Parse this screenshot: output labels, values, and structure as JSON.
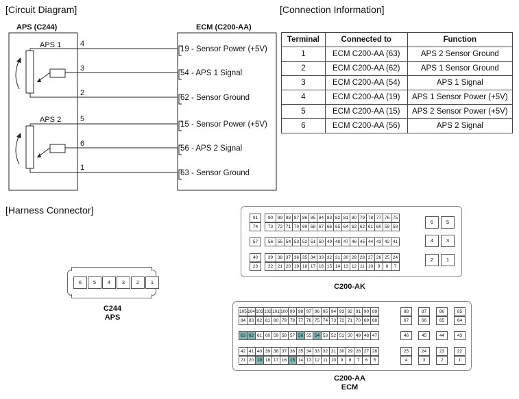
{
  "titles": {
    "circuit": "[Circuit Diagram]",
    "connection": "[Connection Information]",
    "harness": "[Harness Connector]"
  },
  "circuit": {
    "aps_header": "APS (C244)",
    "ecm_header": "ECM (C200-AA)",
    "aps1_label": "APS 1",
    "aps2_label": "APS 2",
    "aps_pins": [
      "4",
      "3",
      "2",
      "5",
      "6",
      "1"
    ],
    "ecm_pins": [
      {
        "num": "19",
        "label": " - Sensor Power (+5V)"
      },
      {
        "num": "54",
        "label": " - APS 1 Signal"
      },
      {
        "num": "62",
        "label": " - Sensor Ground"
      },
      {
        "num": "15",
        "label": " - Sensor Power (+5V)"
      },
      {
        "num": "56",
        "label": " - APS 2 Signal"
      },
      {
        "num": "63",
        "label": " - Sensor Ground"
      }
    ]
  },
  "table": {
    "headers": [
      "Terminal",
      "Connected to",
      "Function"
    ],
    "rows": [
      [
        "1",
        "ECM C200-AA (63)",
        "APS 2 Sensor Ground"
      ],
      [
        "2",
        "ECM C200-AA (62)",
        "APS 1 Sensor Ground"
      ],
      [
        "3",
        "ECM C200-AA (54)",
        "APS 1 Signal"
      ],
      [
        "4",
        "ECM C200-AA (19)",
        "APS 1 Sensor Power (+5V)"
      ],
      [
        "5",
        "ECM C200-AA (15)",
        "APS 2 Sensor Power (+5V)"
      ],
      [
        "6",
        "ECM C200-AA (56)",
        "APS 2 Signal"
      ]
    ]
  },
  "c244": {
    "pins": [
      "6",
      "5",
      "4",
      "3",
      "2",
      "1"
    ],
    "label1": "C244",
    "label2": "APS"
  },
  "c200ak": {
    "label": "C200-AK",
    "rows": [
      [
        [
          "91",
          "90"
        ],
        [
          "89",
          "88",
          "87",
          "86",
          "85",
          "84",
          "83",
          "82",
          "81",
          "80",
          "79",
          "78",
          "77",
          "76",
          "75"
        ]
      ],
      [
        [
          "74",
          "73"
        ],
        [
          "72",
          "71",
          "70",
          "69",
          "68",
          "67",
          "66",
          "65",
          "64",
          "63",
          "62",
          "61",
          "60",
          "59",
          "58"
        ]
      ],
      [
        [
          "57",
          "56"
        ],
        [
          "55",
          "54",
          "53",
          "52",
          "51",
          "50",
          "49",
          "48",
          "47",
          "46",
          "45",
          "44",
          "43",
          "42",
          "41"
        ]
      ],
      [
        [
          "40",
          "39"
        ],
        [
          "38",
          "37",
          "36",
          "35",
          "34",
          "33",
          "32",
          "31",
          "30",
          "29",
          "28",
          "27",
          "26",
          "25",
          "24"
        ]
      ],
      [
        [
          "23",
          "22"
        ],
        [
          "21",
          "20",
          "19",
          "18",
          "17",
          "16",
          "15",
          "14",
          "13",
          "12",
          "11",
          "10",
          "9",
          "8",
          "7"
        ]
      ]
    ],
    "side": [
      [
        "6",
        "5"
      ],
      [
        "4",
        "3"
      ],
      [
        "2",
        "1"
      ]
    ]
  },
  "c200aa": {
    "label1": "C200-AA",
    "label2": "ECM",
    "highlight_color": "#7fb3b4",
    "rows": [
      [
        "105",
        "104",
        "103",
        "102",
        "101",
        "100",
        "99",
        "98",
        "97",
        "96",
        "95",
        "94",
        "93",
        "92",
        "91",
        "90",
        "89"
      ],
      [
        "84",
        "83",
        "82",
        "81",
        "80",
        "79",
        "78",
        "77",
        "76",
        "75",
        "74",
        "73",
        "72",
        "71",
        "70",
        "69",
        "68"
      ],
      [
        "63",
        "62",
        "61",
        "60",
        "59",
        "58",
        "57",
        "56",
        "55",
        "54",
        "53",
        "52",
        "51",
        "50",
        "49",
        "48",
        "47"
      ],
      [
        "42",
        "41",
        "40",
        "39",
        "38",
        "37",
        "36",
        "35",
        "34",
        "33",
        "32",
        "31",
        "30",
        "29",
        "28",
        "27",
        "26"
      ],
      [
        "21",
        "20",
        "19",
        "18",
        "17",
        "16",
        "15",
        "14",
        "13",
        "12",
        "11",
        "10",
        "9",
        "8",
        "7",
        "6",
        "5"
      ]
    ],
    "right": [
      [
        "88",
        "87",
        "86",
        "85"
      ],
      [
        "67",
        "66",
        "65",
        "64"
      ],
      [
        "46",
        "45",
        "44",
        "43"
      ],
      [
        "25",
        "24",
        "23",
        "22"
      ],
      [
        "4",
        "3",
        "2",
        "1"
      ]
    ],
    "highlighted": [
      "63",
      "62",
      "56",
      "54",
      "19",
      "15"
    ]
  }
}
